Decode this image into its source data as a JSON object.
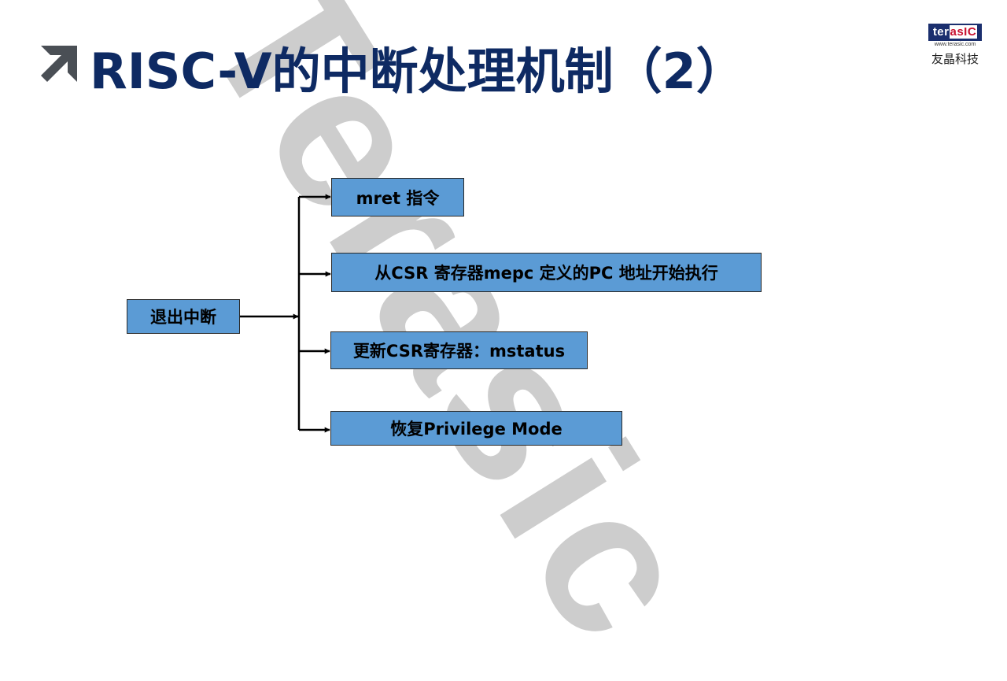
{
  "title": "RISC-V的中断处理机制（2）",
  "logo": {
    "badge_a": "ter",
    "badge_b": "asIC",
    "url": "www.terasic.com",
    "cn_name": "友晶科技"
  },
  "watermark": "Terasic",
  "diagram": {
    "root": "退出中断",
    "branches": [
      "mret 指令",
      "从CSR 寄存器mepc 定义的PC 地址开始执行",
      "更新CSR寄存器：mstatus",
      "恢复Privilege Mode"
    ]
  },
  "colors": {
    "title": "#0e2a63",
    "box_fill": "#5b9bd5",
    "arrow_icon": "#4a4f55",
    "watermark": "#c8c8c8"
  }
}
